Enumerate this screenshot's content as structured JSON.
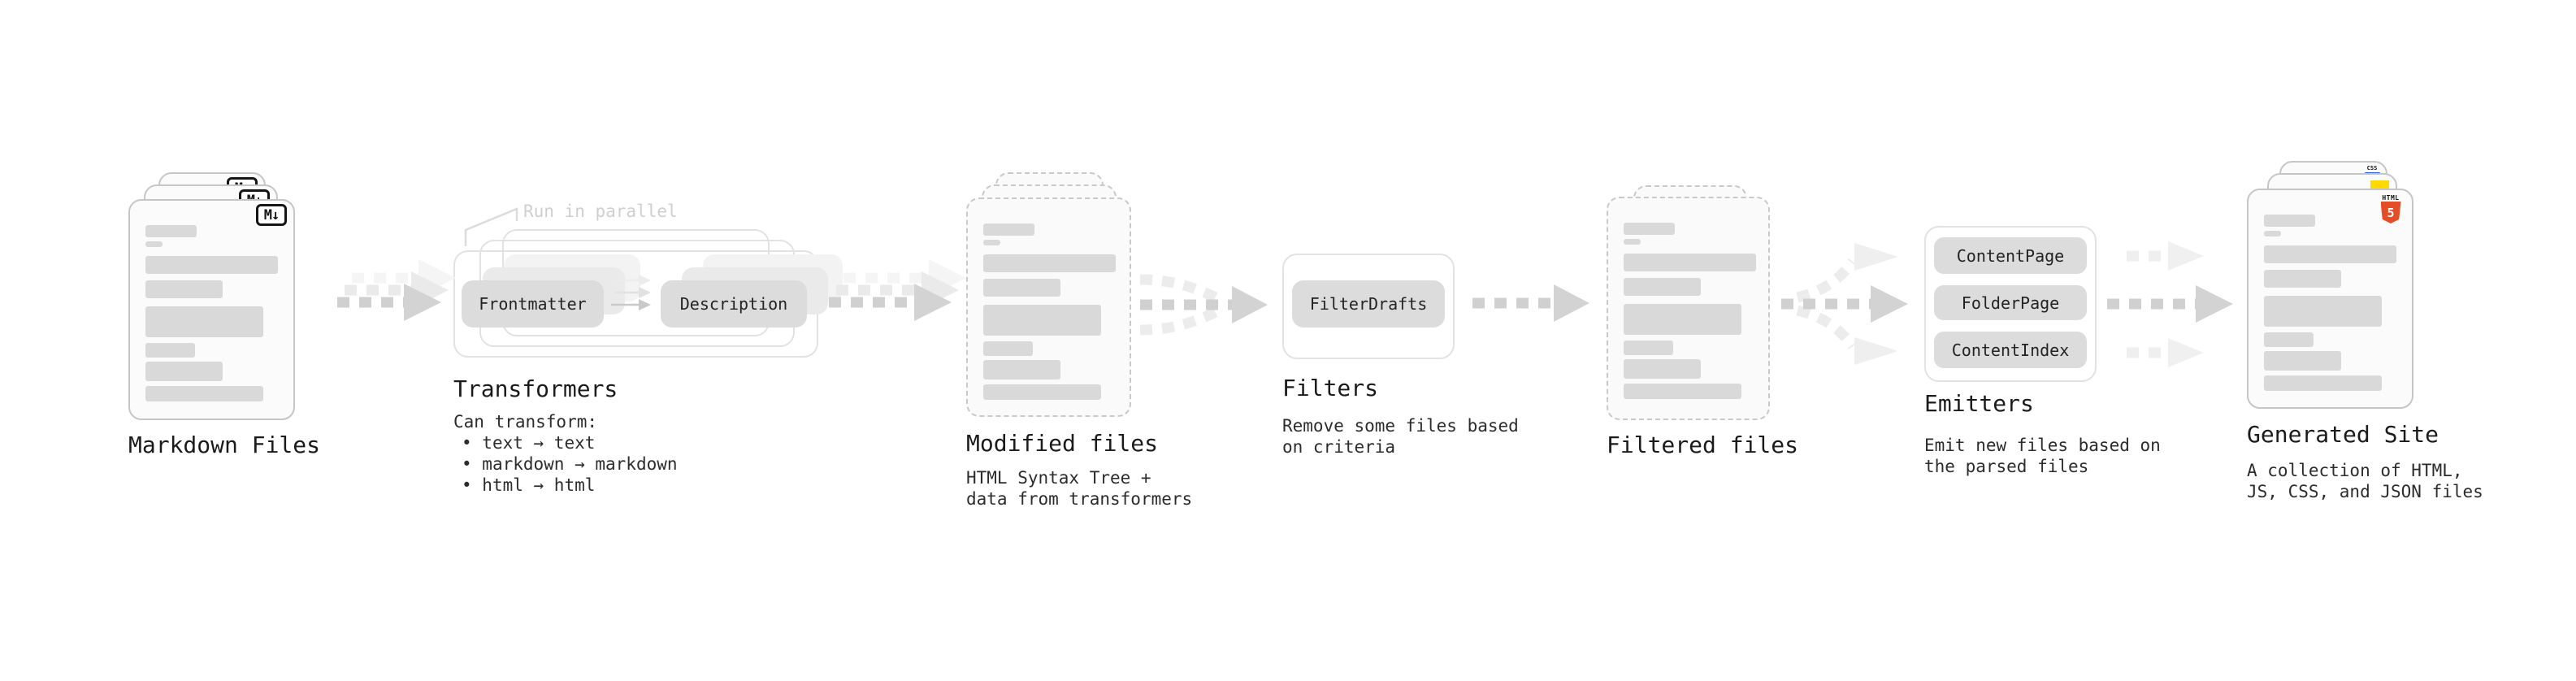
{
  "stages": {
    "markdown": {
      "title": "Markdown Files",
      "badge": "M↓"
    },
    "transformers": {
      "annotation": "Run in parallel",
      "pills": [
        "Frontmatter",
        "Description"
      ],
      "title": "Transformers",
      "desc_heading": "Can transform:",
      "desc_items": [
        "text → text",
        "markdown → markdown",
        "html → html"
      ]
    },
    "modified": {
      "title": "Modified files",
      "desc_lines": [
        "HTML Syntax Tree +",
        "data from transformers"
      ]
    },
    "filters": {
      "pills": [
        "FilterDrafts"
      ],
      "title": "Filters",
      "desc_lines": [
        "Remove some files based",
        "on criteria"
      ]
    },
    "filtered": {
      "title": "Filtered files"
    },
    "emitters": {
      "pills": [
        "ContentPage",
        "FolderPage",
        "ContentIndex"
      ],
      "title": "Emitters",
      "desc_lines": [
        "Emit new files based on",
        "the parsed files"
      ]
    },
    "site": {
      "title": "Generated Site",
      "badges": {
        "css_label": "CSS",
        "html_label": "HTML",
        "html_number": "5"
      },
      "desc_lines": [
        "A collection of HTML,",
        "JS, CSS, and JSON files"
      ]
    }
  },
  "colors": {
    "html5_orange": "#e44d26",
    "js_yellow": "#ffd900",
    "css_blue": "#2862e9"
  }
}
